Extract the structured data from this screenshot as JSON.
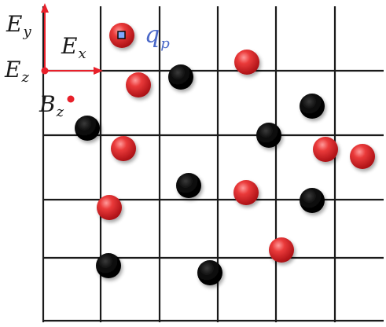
{
  "labels": {
    "ey": "E",
    "ey_sub": "y",
    "ex": "E",
    "ex_sub": "x",
    "ez": "E",
    "ez_sub": "z",
    "bz": "B",
    "bz_sub": "z",
    "qp": "q",
    "qp_sub": "p"
  },
  "colors": {
    "grid": "#1a1a1a",
    "axis_arrow": "#e8202a",
    "red_particle": "#d81e26",
    "black_particle": "#0a0a0a",
    "qp_marker": "#4a68c8"
  }
}
